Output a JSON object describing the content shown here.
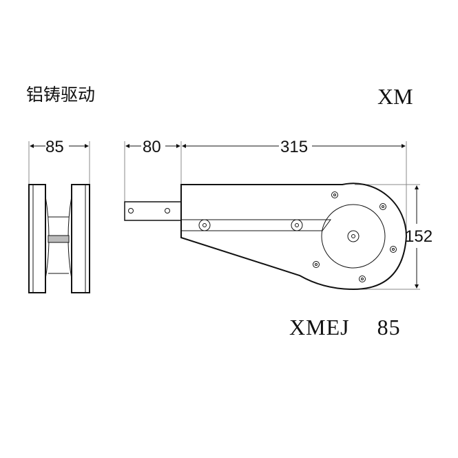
{
  "title": {
    "chinese": "铝铸驱动",
    "code": "XM"
  },
  "dimensions": {
    "width_side": "85",
    "bracket_length": "80",
    "body_length": "315",
    "height": "152"
  },
  "model": {
    "name": "XMEJ",
    "size": "85"
  },
  "colors": {
    "line": "#111111",
    "background": "#ffffff"
  }
}
